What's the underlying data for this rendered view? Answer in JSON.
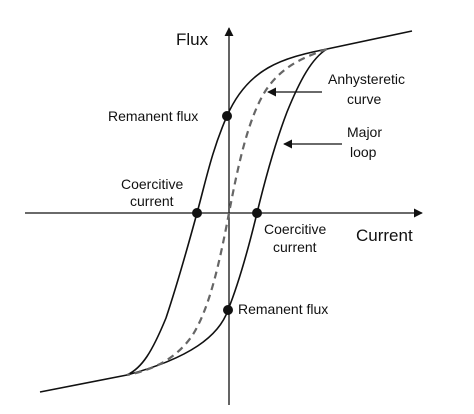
{
  "axes": {
    "y_label": "Flux",
    "x_label": "Current"
  },
  "annotations": {
    "remanent_flux_top": "Remanent flux",
    "remanent_flux_bottom": "Remanent flux",
    "coercive_left_line1": "Coercitive",
    "coercive_left_line2": "current",
    "coercive_right_line1": "Coercitive",
    "coercive_right_line2": "current",
    "anhysteretic_line1": "Anhysteretic",
    "anhysteretic_line2": "curve",
    "major_loop_line1": "Major",
    "major_loop_line2": "loop"
  },
  "colors": {
    "line": "#111111",
    "dashed": "#666666"
  }
}
